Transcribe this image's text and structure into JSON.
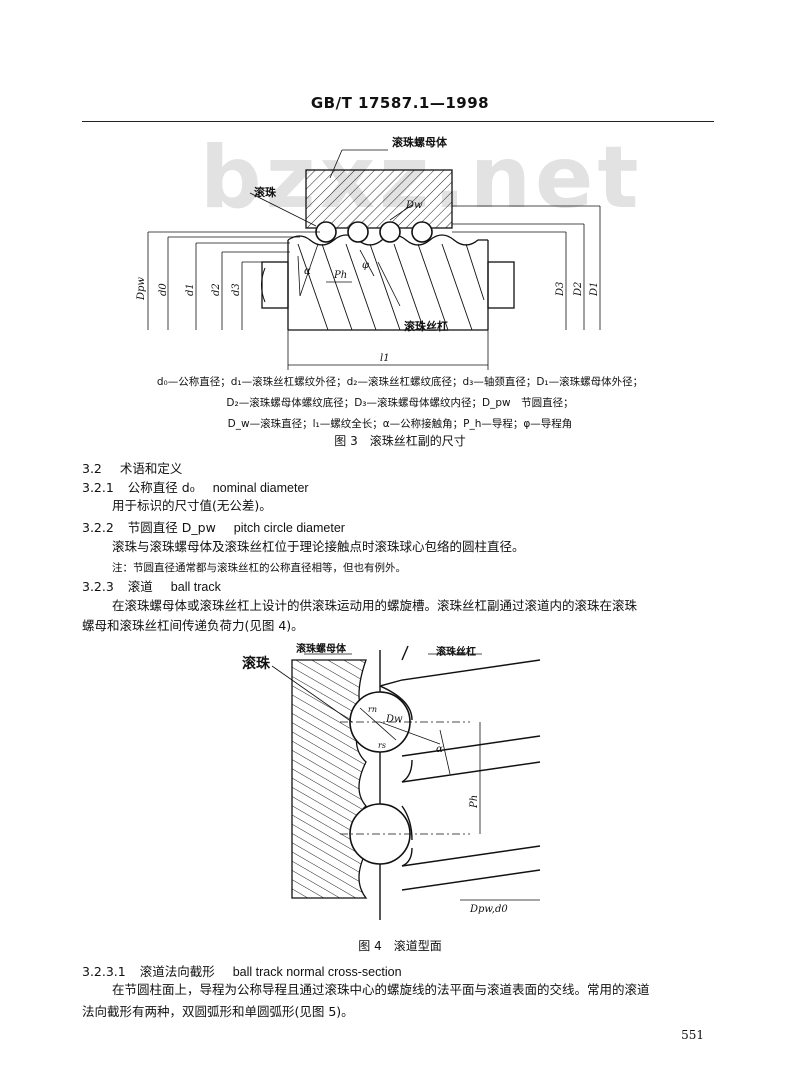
{
  "header": {
    "standard_no": "GB/T 17587.1—1998"
  },
  "watermark": "bzxz.net",
  "figure3": {
    "labels": {
      "nut_body": "滚珠螺母体",
      "ball": "滚珠",
      "screw_shaft": "滚珠丝杠",
      "Dw": "Dw",
      "alpha": "α",
      "Ph": "Ph",
      "phi": "φ",
      "Dpw": "Dpw",
      "d0": "d0",
      "d1": "d1",
      "d2": "d2",
      "D3": "D3",
      "D2": "D2",
      "D1": "D1",
      "l1": "l1"
    },
    "legend": [
      "d₀—公称直径；d₁—滚珠丝杠螺纹外径；d₂—滚珠丝杠螺纹底径；d₃—轴颈直径；D₁—滚珠螺母体外径；",
      "D₂—滚珠螺母体螺纹底径；D₃—滚珠螺母体螺纹内径；D_pw　节圆直径；",
      "D_w—滚珠直径；l₁—螺纹全长；α—公称接触角；P_h—导程；φ—导程角"
    ],
    "caption": "图 3　滚珠丝杠副的尺寸"
  },
  "sections": {
    "s32": {
      "num": "3.2",
      "title": "术语和定义"
    },
    "s321": {
      "num": "3.2.1",
      "title": "公称直径 d₀",
      "en": "nominal diameter",
      "body": "用于标识的尺寸值(无公差)。"
    },
    "s322": {
      "num": "3.2.2",
      "title": "节圆直径 D_pw",
      "en": "pitch circle diameter",
      "body": "滚珠与滚珠螺母体及滚珠丝杠位于理论接触点时滚珠球心包络的圆柱直径。",
      "note": "注：节圆直径通常都与滚珠丝杠的公称直径相等，但也有例外。"
    },
    "s323": {
      "num": "3.2.3",
      "title": "滚道",
      "en": "ball track",
      "body1": "在滚珠螺母体或滚珠丝杠上设计的供滚珠运动用的螺旋槽。滚珠丝杠副通过滚道内的滚珠在滚珠",
      "body2": "螺母和滚珠丝杠间传递负荷力(见图 4)。"
    }
  },
  "figure4": {
    "labels": {
      "nut_body": "滚珠螺母体",
      "screw_shaft": "滚珠丝杠",
      "ball": "滚珠",
      "rn": "rn",
      "rs": "rs",
      "Dw": "Dw",
      "alpha": "α",
      "Ph": "Ph",
      "Dpw_d0": "Dpw,d0"
    },
    "caption": "图 4　滚道型面"
  },
  "s3231": {
    "num": "3.2.3.1",
    "title": "滚道法向截形",
    "en": "ball track normal cross-section",
    "body1": "在节圆柱面上，导程为公称导程且通过滚珠中心的螺旋线的法平面与滚道表面的交线。常用的滚道",
    "body2": "法向截形有两种，双圆弧形和单圆弧形(见图 5)。"
  },
  "page_number": "551"
}
